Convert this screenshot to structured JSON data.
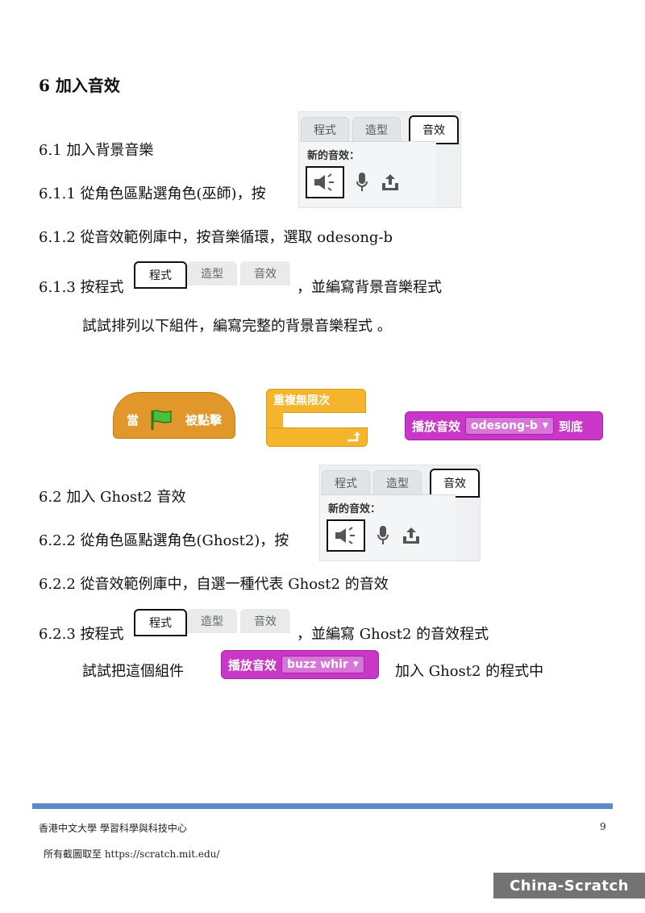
{
  "heading": "6 加入音效",
  "s61": "6.1 加入背景音樂",
  "s611": "6.1.1 從角色區點選角色(巫師)，按",
  "s612": "6.1.2 從音效範例庫中，按音樂循環，選取 odesong-b",
  "s613_pre": "6.1.3 按程式",
  "s613_post": "，並編寫背景音樂程式",
  "s613_note": "試試排列以下組件，編寫完整的背景音樂程式 。",
  "tabs": {
    "code": "程式",
    "costume": "造型",
    "sound": "音效"
  },
  "new_sound": "新的音效：",
  "blocks": {
    "when": "當",
    "clicked": "被點擊",
    "forever": "重複無限次",
    "play": "播放音效",
    "until_done": "到底",
    "sound1": "odesong-b",
    "sound2": "buzz whir"
  },
  "s62": "6.2 加入 Ghost2 音效",
  "s622a": "6.2.2 從角色區點選角色(Ghost2)，按",
  "s622b": "6.2.2 從音效範例庫中，自選一種代表 Ghost2 的音效",
  "s623_pre": "6.2.3 按程式",
  "s623_post": "，並編寫 Ghost2 的音效程式",
  "s623_note_pre": "試試把這個組件",
  "s623_note_post": "加入 Ghost2 的程式中",
  "footer": {
    "org": "香港中文大學 學習科學與科技中心",
    "page": "9",
    "credit": "所有截圖取至 https://scratch.mit.edu/"
  },
  "watermark": "China-Scratch",
  "colors": {
    "events": "#e1972a",
    "control": "#f4b52c",
    "sound": "#c837c8",
    "rule": "#5b8ac7"
  }
}
